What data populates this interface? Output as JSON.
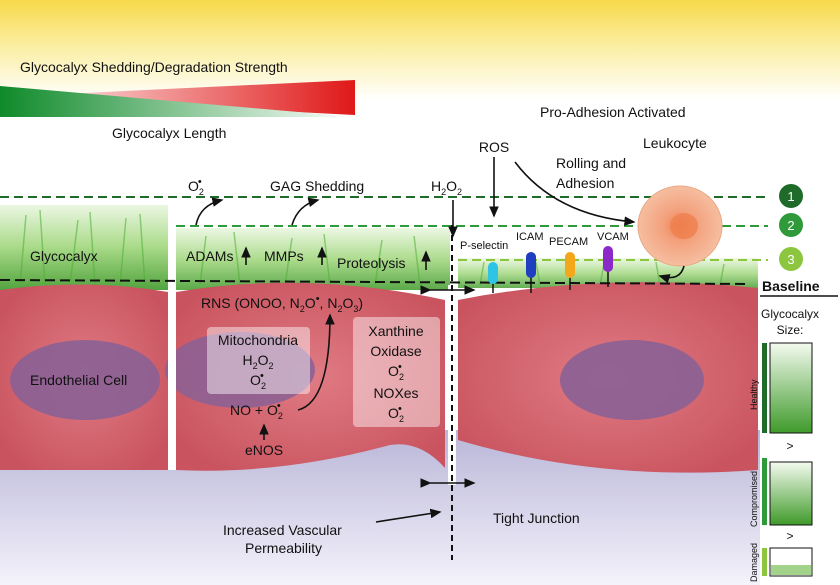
{
  "strength_bar": {
    "label": "Glycocalyx Shedding/Degradation Strength"
  },
  "length_bar": {
    "label": "Glycocalyx Length"
  },
  "labels": {
    "pro_adhesion": "Pro-Adhesion Activated",
    "leukocyte": "Leukocyte",
    "ros": "ROS",
    "rolling": "Rolling and",
    "adhesion": "Adhesion",
    "o2_top": "O",
    "gag_shedding": "GAG Shedding",
    "h2o2_top": "H",
    "glycocalyx": "Glycocalyx",
    "adams": "ADAMs",
    "mmps": "MMPs",
    "proteolysis": "Proteolysis",
    "rns": "RNS (ONOO, N",
    "endothelial_cell": "Endothelial Cell",
    "increased_permeability_1": "Increased Vascular",
    "increased_permeability_2": "Permeability",
    "tight_junction": "Tight Junction",
    "eNOS": "eNOS",
    "no_o2": "NO + O"
  },
  "mitochondria_box": {
    "title": "Mitochondria",
    "line1": "H",
    "line2": "O"
  },
  "xanthine_box": {
    "line1": "Xanthine",
    "line2": "Oxidase",
    "line3": "O",
    "line4": "NOXes",
    "line5": "O"
  },
  "adhesion_molecules": [
    {
      "name": "P-selectin",
      "color": "#2ec4e6"
    },
    {
      "name": "ICAM",
      "color": "#1e3fc0"
    },
    {
      "name": "PECAM",
      "color": "#f2a81a"
    },
    {
      "name": "VCAM",
      "color": "#8a28c8"
    }
  ],
  "levels": [
    {
      "number": "1",
      "color": "#1e6b2a"
    },
    {
      "number": "2",
      "color": "#2e9a3a"
    },
    {
      "number": "3",
      "color": "#8cc63f"
    }
  ],
  "legend": {
    "baseline": "Baseline",
    "size_title_1": "Glycocalyx",
    "size_title_2": "Size:",
    "healthy": "Healthy",
    "compromised": "Compromised",
    "damaged": "Damaged",
    "gt1": ">",
    "gt2": ">"
  }
}
